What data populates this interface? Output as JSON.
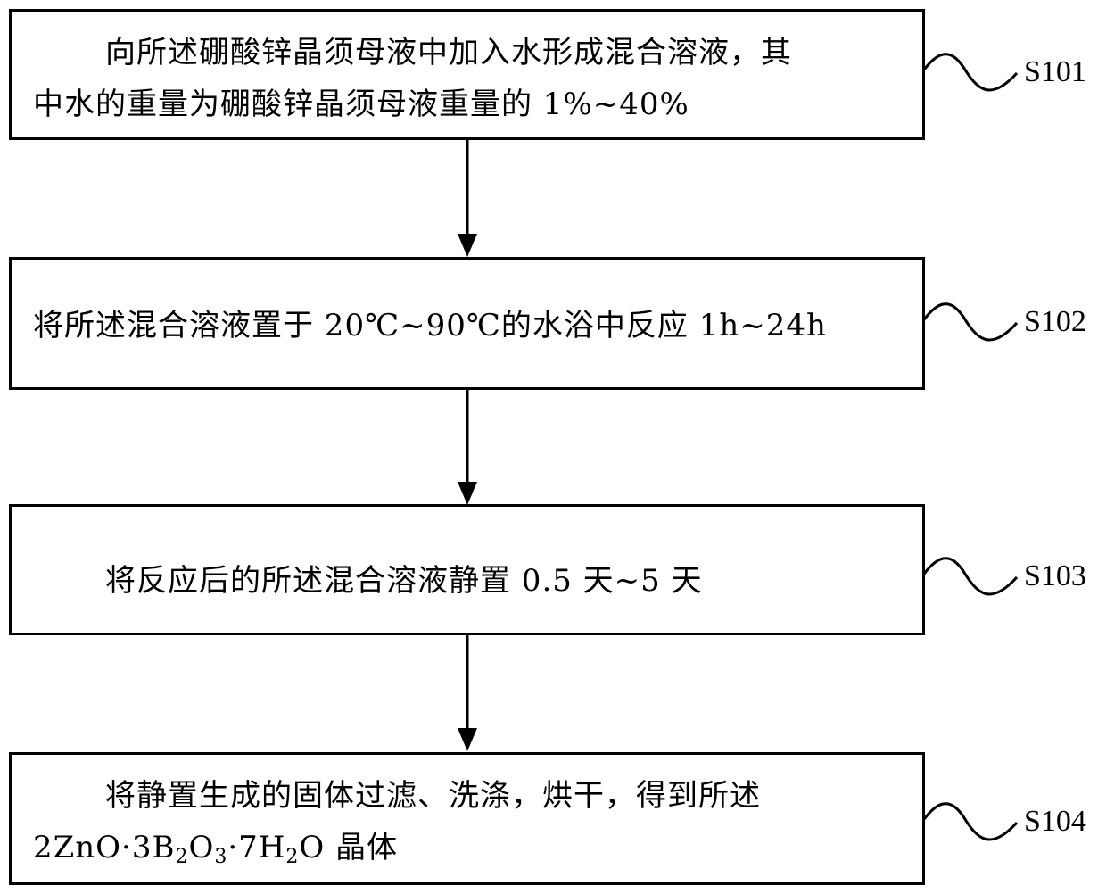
{
  "steps": [
    {
      "id": "S101",
      "lines": [
        "向所述硼酸锌晶须母液中加入水形成混合溶液，其",
        "中水的重量为硼酸锌晶须母液重量的 1%~40%"
      ]
    },
    {
      "id": "S102",
      "lines": [
        "将所述混合溶液置于 20℃~90℃的水浴中反应 1h~24h"
      ]
    },
    {
      "id": "S103",
      "lines": [
        "将反应后的所述混合溶液静置 0.5 天~5 天"
      ]
    },
    {
      "id": "S104",
      "lines": [
        "将静置生成的固体过滤、洗涤，烘干，得到所述"
      ],
      "formula": {
        "p1": "2ZnO·3B",
        "s1": "2",
        "p2": "O",
        "s2": "3",
        "p3": "·7H",
        "s3": "2",
        "p4": "O 晶体"
      }
    }
  ]
}
